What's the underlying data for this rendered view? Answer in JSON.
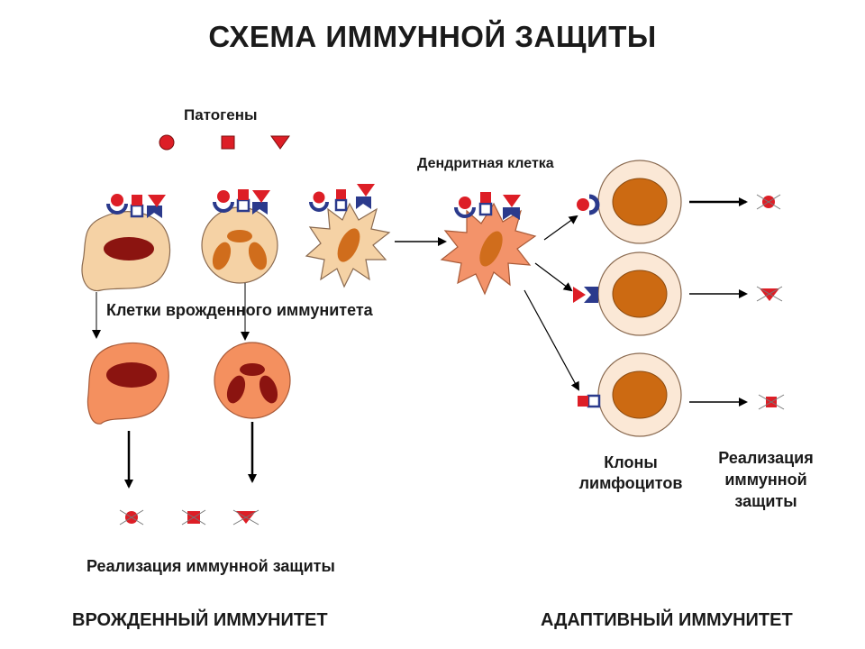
{
  "title": "СХЕМА ИММУННОЙ ЗАЩИТЫ",
  "labels": {
    "pathogens": "Патогены",
    "dendritic_cell": "Дендритная клетка",
    "innate_cells": "Клетки врожденного иммунитета",
    "innate_realization": "Реализация иммунной защиты",
    "lymphocyte_clones": [
      "Клоны",
      "лимфоцитов"
    ],
    "adaptive_realization": [
      "Реализация",
      "иммунной",
      "защиты"
    ],
    "innate_immunity": "ВРОЖДЕННЫЙ ИММУНИТЕТ",
    "adaptive_immunity": "АДАПТИВНЫЙ ИММУНИТЕТ"
  },
  "colors": {
    "pathogen_red": "#dd1e26",
    "receptor_blue": "#2b3a8c",
    "cell_light": "#f5d2a5",
    "cell_activated": "#f4905f",
    "nucleus_dark": "#8b1410",
    "nucleus_orange": "#d06d1c",
    "nucleus_lymph": "#cc6a12",
    "lymph_cell": "#fbe8d6",
    "dendritic_fill": "#f3936a",
    "stroke": "#6b4c35"
  },
  "pathogen_types": [
    "circle",
    "square",
    "triangle"
  ],
  "icons": [
    "pathogen-circle-icon",
    "pathogen-square-icon",
    "pathogen-triangle-icon",
    "destroyed-pathogen-icon",
    "arrow-icon"
  ]
}
